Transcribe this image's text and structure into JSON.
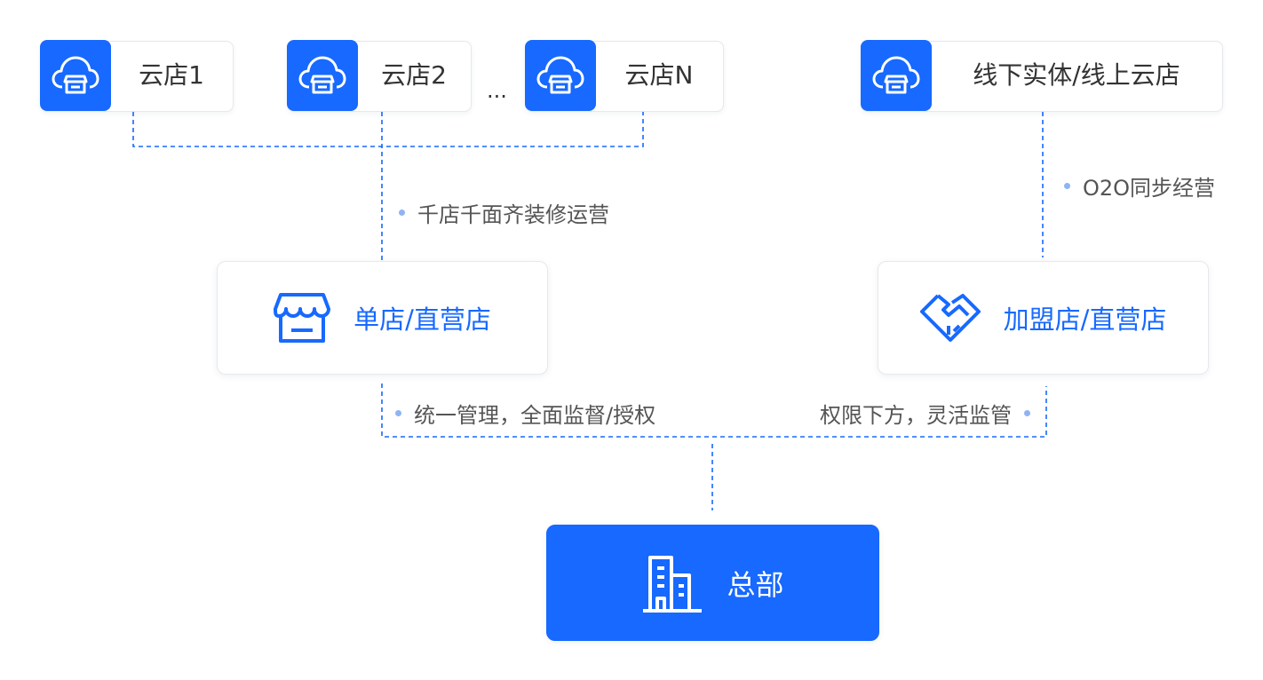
{
  "cloud_stores": [
    {
      "label": "云店1",
      "icon": "cloud-store-icon"
    },
    {
      "label": "云店2",
      "icon": "cloud-store-icon"
    },
    {
      "label": "云店N",
      "icon": "cloud-store-icon"
    },
    {
      "label": "线下实体/线上云店",
      "icon": "cloud-store-icon"
    }
  ],
  "ellipsis": "...",
  "notes": {
    "decor": "千店千面齐装修运营",
    "o2o": "O2O同步经营",
    "unified": "统一管理，全面监督/授权",
    "delegate": "权限下方，灵活监管"
  },
  "single_store": {
    "label": "单店/直营店",
    "icon": "storefront-icon"
  },
  "franchise": {
    "label": "加盟店/直营店",
    "icon": "handshake-icon"
  },
  "hq": {
    "label": "总部",
    "icon": "building-icon"
  },
  "colors": {
    "accent": "#1769ff",
    "line": "#1769ff",
    "dot": "#8fb3f5"
  }
}
